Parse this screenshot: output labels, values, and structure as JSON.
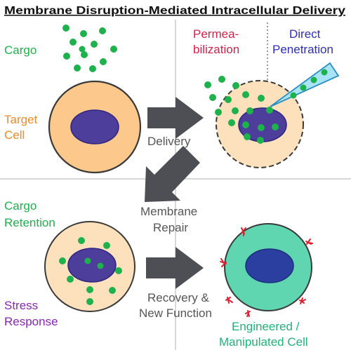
{
  "title": "Membrane Disruption-Mediated Intracellular Delivery",
  "labels": {
    "cargo": "Cargo",
    "target_cell_line1": "Target",
    "target_cell_line2": "Cell",
    "permeabilization_line1": "Permea-",
    "permeabilization_line2": "bilization",
    "direct_penetration_line1": "Direct",
    "direct_penetration_line2": "Penetration",
    "delivery": "Delivery",
    "membrane_repair_line1": "Membrane",
    "membrane_repair_line2": "Repair",
    "cargo_retention_line1": "Cargo",
    "cargo_retention_line2": "Retention",
    "stress_response_line1": "Stress",
    "stress_response_line2": "Response",
    "recovery_line1": "Recovery &",
    "recovery_line2": "New Function",
    "engineered_line1": "Engineered /",
    "engineered_line2": "Manipulated Cell"
  },
  "colors": {
    "cargo_green": "#1db24b",
    "target_orange": "#f08a2a",
    "permeabilization_red": "#d2234a",
    "direct_blue": "#2d2db8",
    "stress_purple": "#8a28b0",
    "engineered_teal": "#20b27a",
    "cell_fill": "#fcc88c",
    "cell_fill_light": "#fde0bc",
    "nucleus": "#4c3e9a",
    "engineered_fill": "#5fd6b0",
    "arrow_gray": "#4d4f54",
    "divider_gray": "#bfbfbf",
    "text_gray": "#555555",
    "cut_red": "#e02030"
  }
}
